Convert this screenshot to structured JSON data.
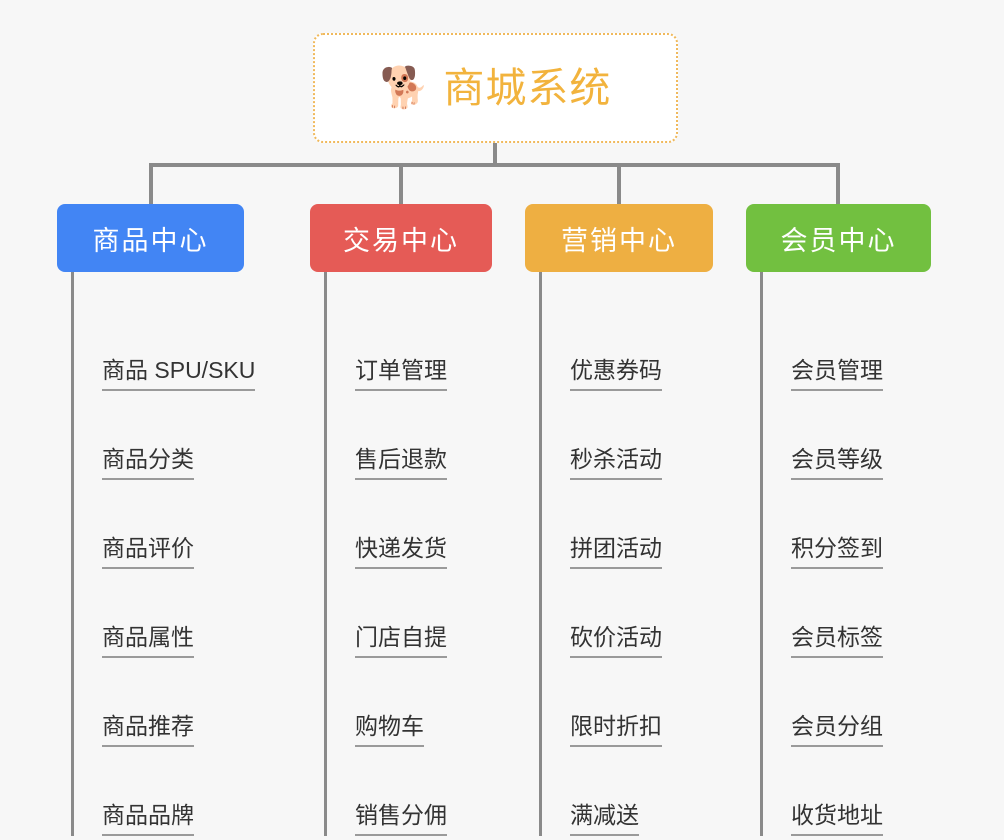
{
  "root": {
    "icon": "shiba-dog-face-emoji",
    "emoji": "🐕",
    "title": "商城系统",
    "title_color": "#f2b33d",
    "border_color": "#f0b95c"
  },
  "connector_color": "#8a8a8a",
  "background_color": "#f7f7f7",
  "columns": [
    {
      "header": "商品中心",
      "color": "#4285f4",
      "items": [
        "商品 SPU/SKU",
        "商品分类",
        "商品评价",
        "商品属性",
        "商品推荐",
        "商品品牌"
      ]
    },
    {
      "header": "交易中心",
      "color": "#e55b56",
      "items": [
        "订单管理",
        "售后退款",
        "快递发货",
        "门店自提",
        "购物车",
        "销售分佣"
      ]
    },
    {
      "header": "营销中心",
      "color": "#eeaf42",
      "items": [
        "优惠券码",
        "秒杀活动",
        "拼团活动",
        "砍价活动",
        "限时折扣",
        "满减送"
      ]
    },
    {
      "header": "会员中心",
      "color": "#72c040",
      "items": [
        "会员管理",
        "会员等级",
        "积分签到",
        "会员标签",
        "会员分组",
        "收货地址"
      ]
    }
  ]
}
